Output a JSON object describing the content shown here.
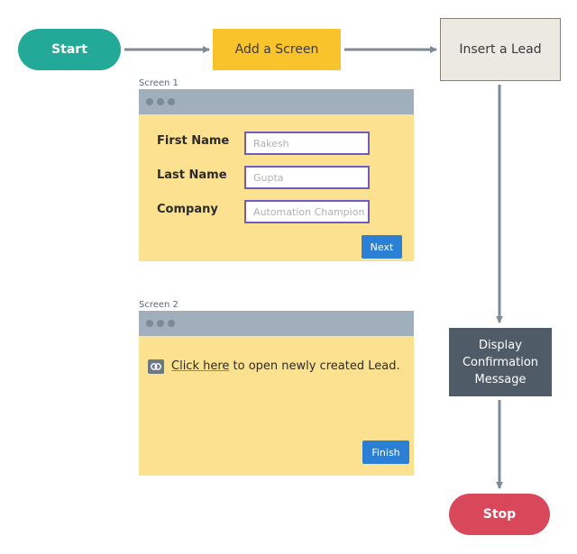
{
  "nodes": {
    "start": "Start",
    "add_screen": "Add a Screen",
    "insert_lead": "Insert a Lead",
    "display_line1": "Display",
    "display_line2": "Confirmation",
    "display_line3": "Message",
    "stop": "Stop"
  },
  "screen1": {
    "caption": "Screen 1",
    "fields": [
      {
        "label": "First Name",
        "value": "Rakesh"
      },
      {
        "label": "Last Name",
        "value": "Gupta"
      },
      {
        "label": "Company",
        "value": "Automation Champion"
      }
    ],
    "next_label": "Next"
  },
  "screen2": {
    "caption": "Screen 2",
    "link_text": "Click here",
    "message_rest": " to open newly created Lead.",
    "finish_label": "Finish"
  },
  "colors": {
    "start": "#23a998",
    "add_screen": "#f9c42b",
    "insert_lead": "#ece8e2",
    "display": "#4f5b66",
    "stop": "#d9475b",
    "screen_body": "#fbe190",
    "screen_bar": "#a1afbc",
    "button": "#2b7fd5",
    "arrow": "#7e8b97"
  }
}
